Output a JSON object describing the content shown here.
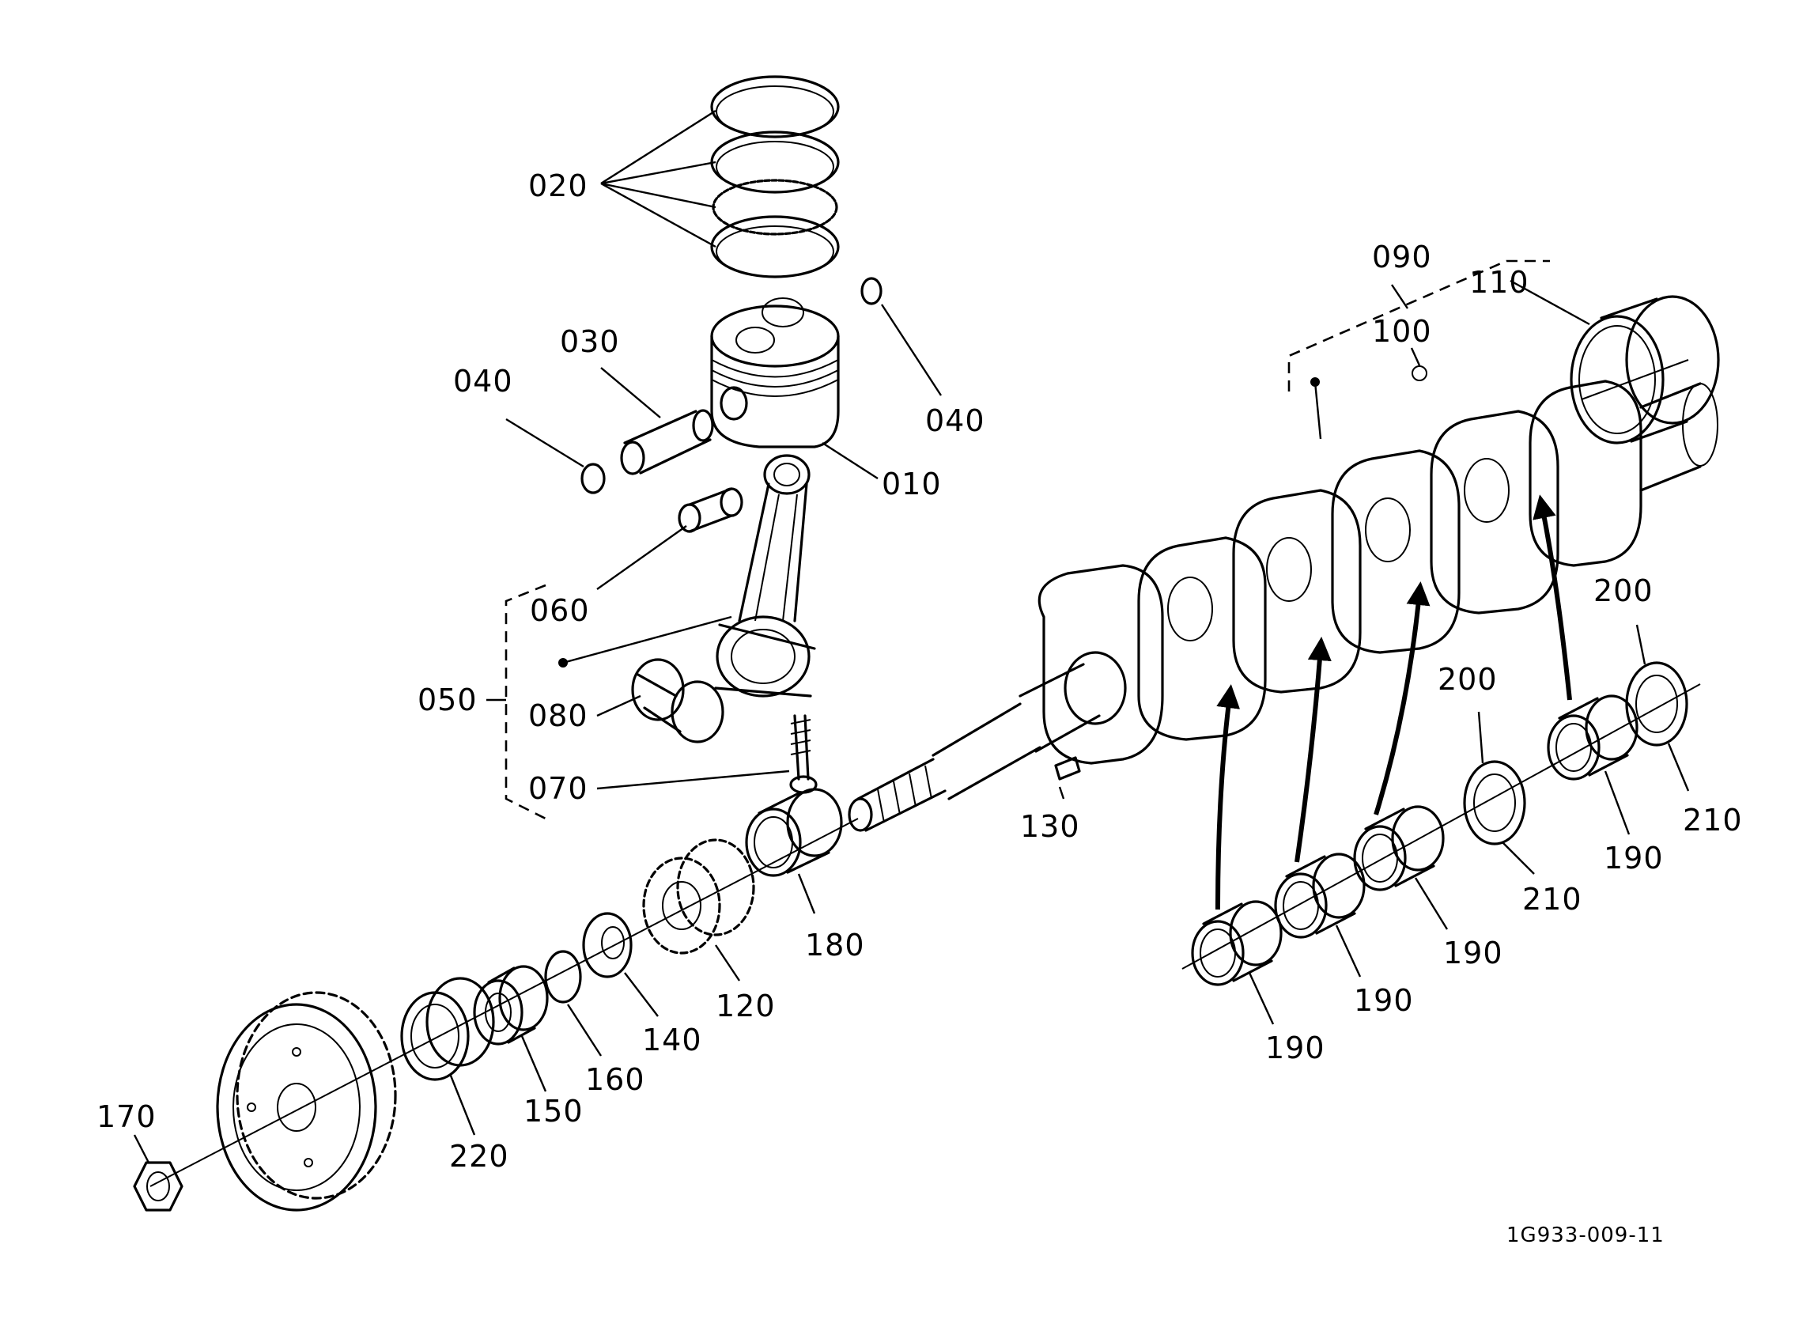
{
  "callouts": {
    "p010": "010",
    "p020": "020",
    "p030": "030",
    "p040a": "040",
    "p040b": "040",
    "p050": "050",
    "p060": "060",
    "p070": "070",
    "p080": "080",
    "p090": "090",
    "p100": "100",
    "p110": "110",
    "p120": "120",
    "p130": "130",
    "p140": "140",
    "p150": "150",
    "p160": "160",
    "p170": "170",
    "p180": "180",
    "p190a": "190",
    "p190b": "190",
    "p190c": "190",
    "p190d": "190",
    "p200a": "200",
    "p200b": "200",
    "p210a": "210",
    "p210b": "210",
    "p220": "220"
  },
  "drawing_code": "1G933-009-11"
}
